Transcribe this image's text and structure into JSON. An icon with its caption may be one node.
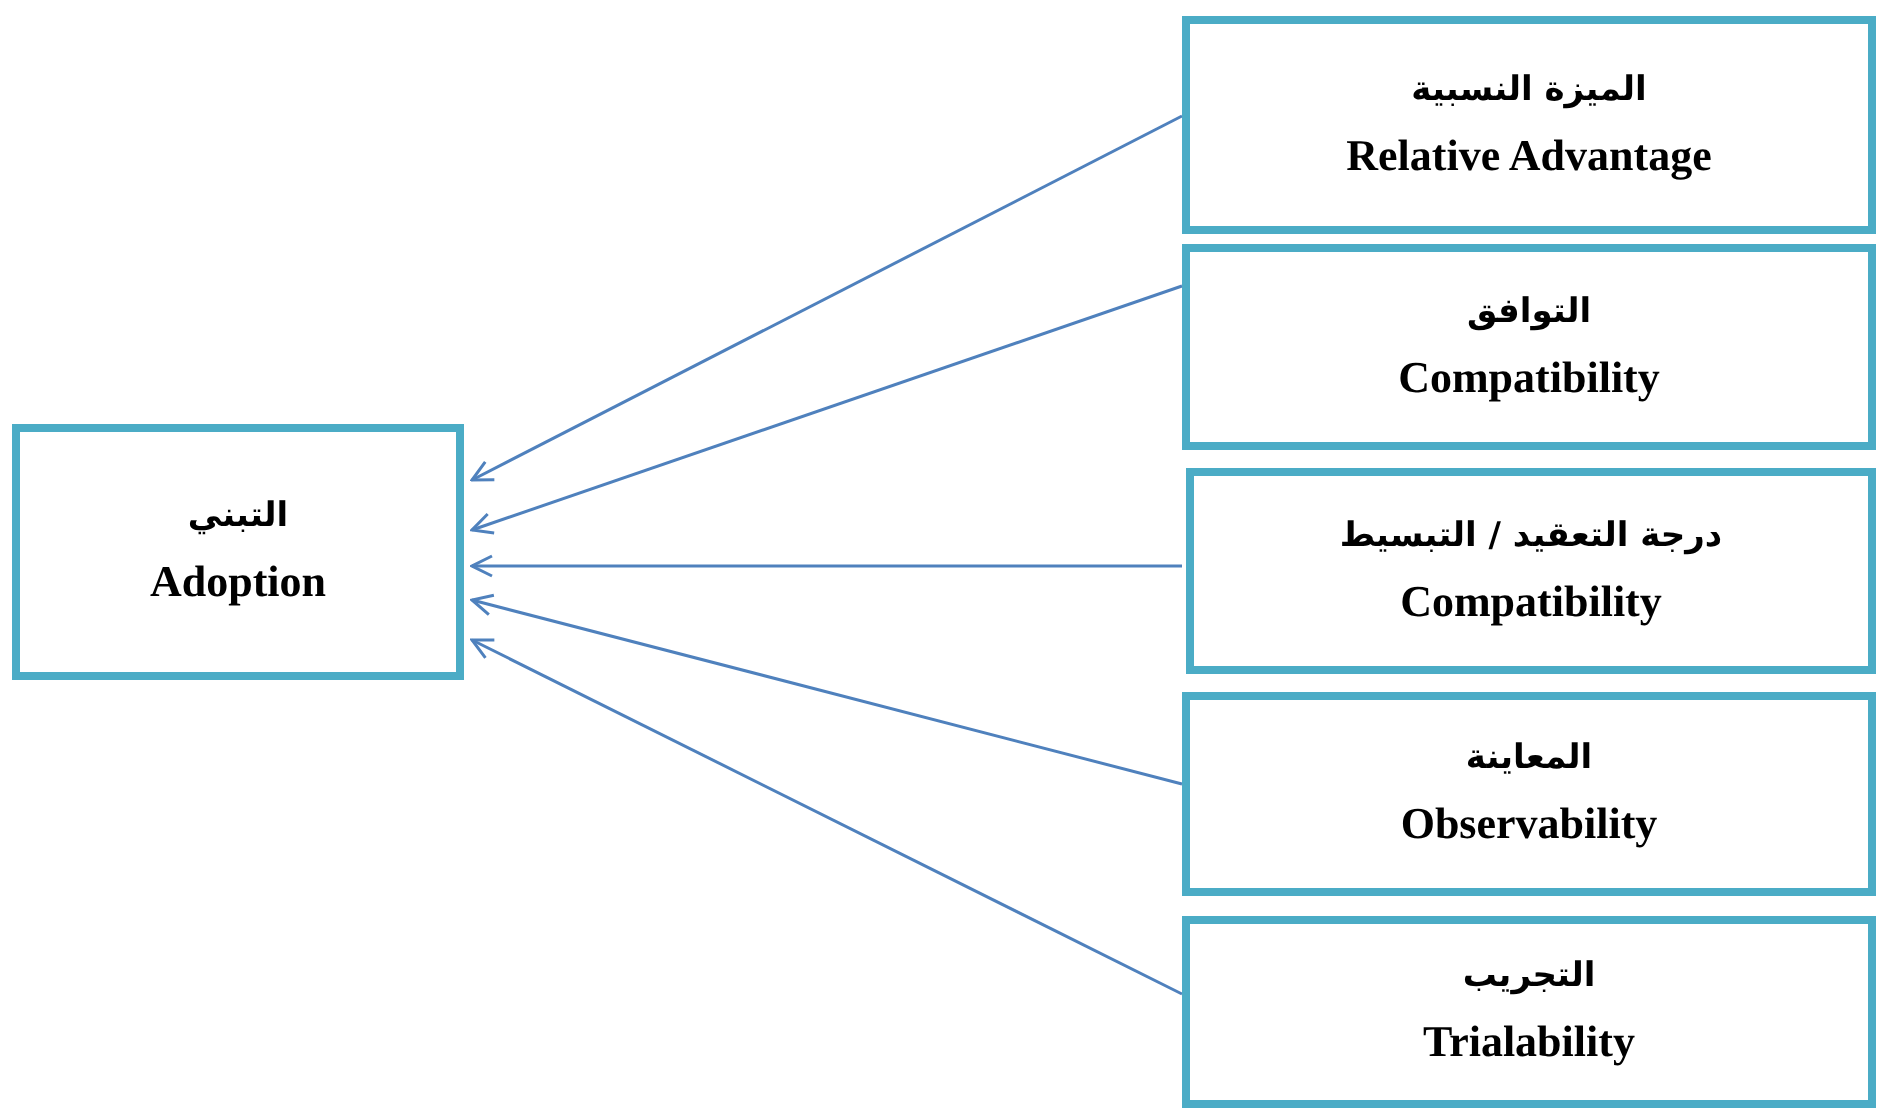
{
  "diagram": {
    "nodes": [
      {
        "text": [
          "التبني",
          "Adoption"
        ]
      },
      {
        "text": [
          "الميزة النسبية",
          "Relative Advantage"
        ]
      },
      {
        "text": [
          "التوافق",
          "Compatibility"
        ]
      },
      {
        "text": [
          "درجة التعقيد / التبسيط",
          "Compatibility"
        ]
      },
      {
        "text": [
          "المعاينة",
          "Observability"
        ]
      },
      {
        "text": [
          "التجريب",
          "Trialability"
        ]
      }
    ],
    "edges": [
      {
        "from": 1,
        "to": 0,
        "arrow": "to"
      },
      {
        "from": 2,
        "to": 0,
        "arrow": "to"
      },
      {
        "from": 3,
        "to": 0,
        "arrow": "to"
      },
      {
        "from": 4,
        "to": 0,
        "arrow": "to"
      },
      {
        "from": 5,
        "to": 0,
        "arrow": "to"
      }
    ]
  }
}
